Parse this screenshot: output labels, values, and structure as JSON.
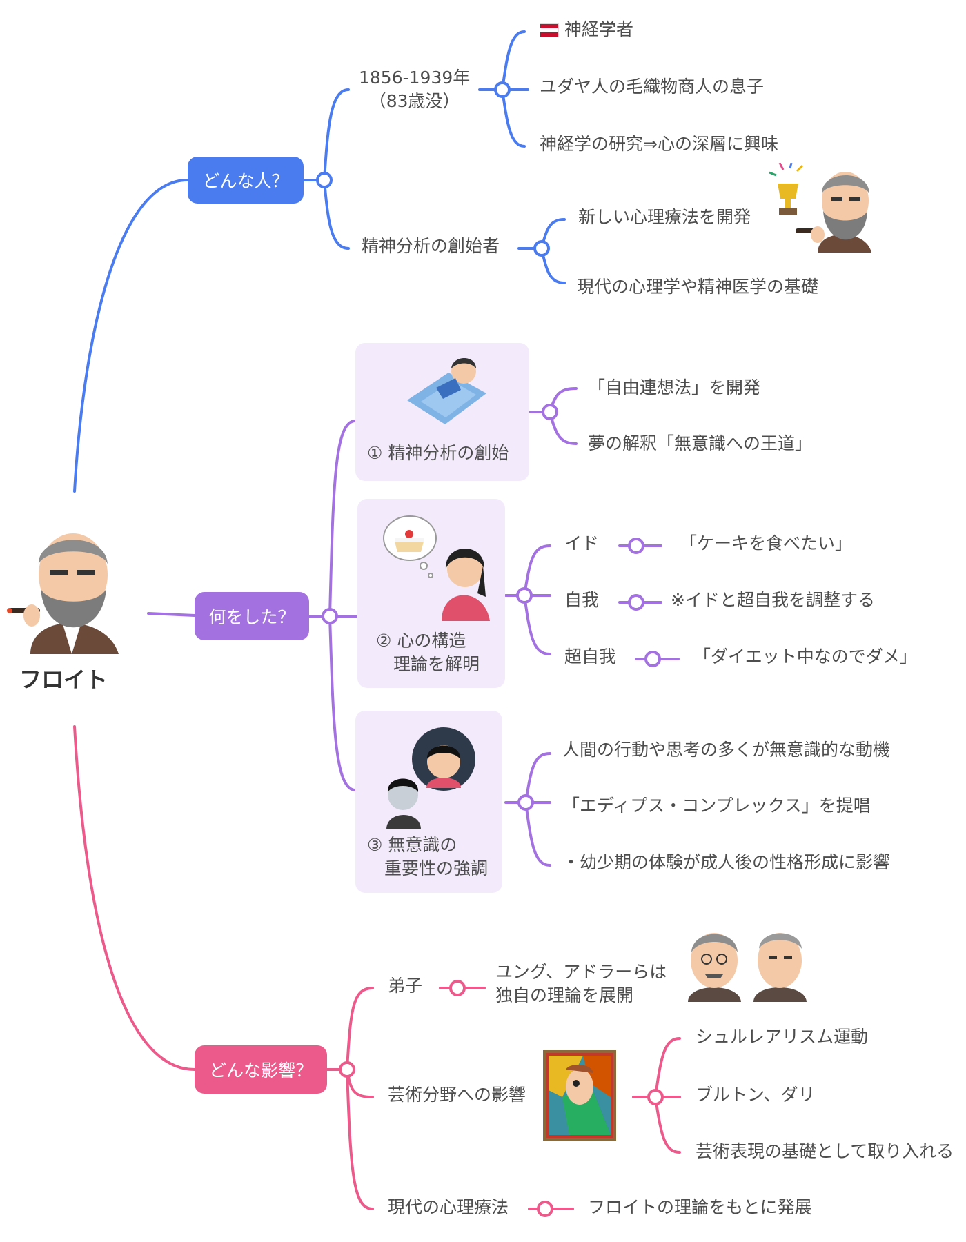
{
  "root": {
    "label": "フロイト"
  },
  "colors": {
    "blue": "#4a7bef",
    "purple": "#a372e0",
    "pink": "#ec5a8c",
    "card": "#f3ebfb"
  },
  "branches": {
    "who": {
      "label": "どんな人？",
      "life": {
        "label": "1856-1939年\n（83歳没）",
        "items": [
          "神経学者",
          "ユダヤ人の毛織物商人の息子",
          "神経学の研究⇒心の深層に興味"
        ]
      },
      "founder": {
        "label": "精神分析の創始者",
        "items": [
          "新しい心理療法を開発",
          "現代の心理学や精神医学の基礎"
        ]
      }
    },
    "did": {
      "label": "何をした？",
      "card1": {
        "label": "① 精神分析の創始",
        "items": [
          "「自由連想法」を開発",
          "夢の解釈「無意識への王道」"
        ]
      },
      "card2": {
        "label": "② 心の構造\n　理論を解明",
        "rows": [
          {
            "term": "イド",
            "desc": "「ケーキを食べたい」"
          },
          {
            "term": "自我",
            "desc": "※イドと超自我を調整する"
          },
          {
            "term": "超自我",
            "desc": "「ダイエット中なのでダメ」"
          }
        ]
      },
      "card3": {
        "label": "③ 無意識の\n　重要性の強調",
        "items": [
          "人間の行動や思考の多くが無意識的な動機",
          "「エディプス・コンプレックス」を提唱",
          "・幼少期の体験が成人後の性格形成に影響"
        ]
      }
    },
    "influence": {
      "label": "どんな影響？",
      "disciples": {
        "label": "弟子",
        "desc": "ユング、アドラーらは\n独自の理論を展開"
      },
      "art": {
        "label": "芸術分野への影響",
        "items": [
          "シュルレアリスム運動",
          "ブルトン、ダリ",
          "芸術表現の基礎として取り入れる"
        ]
      },
      "therapy": {
        "label": "現代の心理療法",
        "desc": "フロイトの理論をもとに発展"
      }
    }
  },
  "icons": [
    "austria-flag-icon",
    "freud-trophy-illustration",
    "patient-couch-illustration",
    "cake-thought-illustration",
    "anxiety-illustration",
    "disciples-portraits-illustration",
    "cubist-painting-illustration",
    "freud-portrait-illustration"
  ]
}
